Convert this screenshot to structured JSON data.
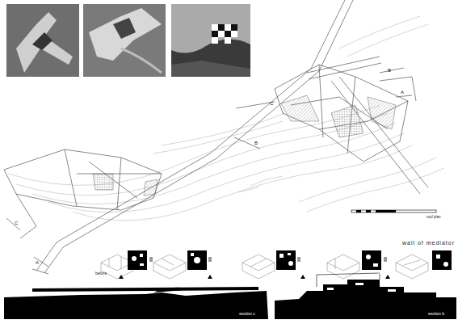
{
  "diagram": {
    "labels": [
      "C",
      "B",
      "B",
      "A",
      "C",
      "A",
      "roof plan",
      "before",
      "wall of mediator",
      "section c",
      "section b"
    ]
  }
}
